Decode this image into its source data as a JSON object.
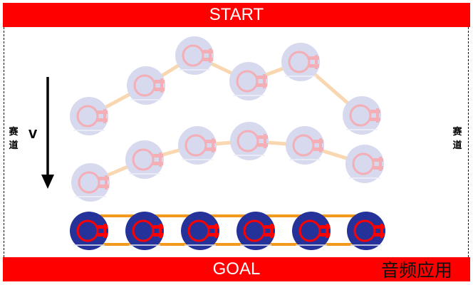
{
  "banners": {
    "start": "START",
    "goal": "GOAL"
  },
  "side_labels": {
    "left": "赛\n道",
    "right": "赛\n道"
  },
  "velocity": "v",
  "watermark": "音频应用",
  "colors": {
    "banner": "#ff0000",
    "banner_text": "#ffffff",
    "robot_body": "#24329a",
    "robot_ring": "#ff0000",
    "robot_faded_body": "#d7d9ee",
    "robot_faded_ring": "#f3aeb6",
    "link": "#f39a1e",
    "link_faded": "#f9d7b0",
    "arrow": "#000000"
  },
  "formations": [
    {
      "name": "top-formation",
      "opacity": "faded",
      "robot_count": 6
    },
    {
      "name": "middle-formation",
      "opacity": "faded",
      "robot_count": 6
    },
    {
      "name": "bottom-formation",
      "opacity": "solid",
      "robot_count": 6
    }
  ]
}
